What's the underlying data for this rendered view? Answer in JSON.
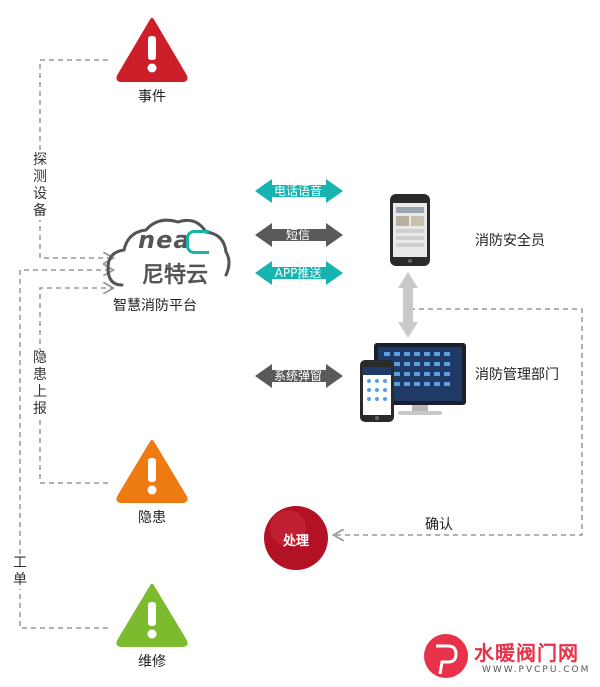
{
  "colors": {
    "event": "#cc1f2a",
    "hazard": "#ee7a12",
    "repair": "#7cbb2e",
    "teal": "#16b3b0",
    "gray_arrow": "#5a5a5a",
    "dashed": "#999999",
    "resolve": "#b31124",
    "logo_gray": "#555555",
    "logo_accent": "#1bb3a5"
  },
  "nodes": {
    "event": {
      "label": "事件",
      "icon": "warning-triangle-icon"
    },
    "hazard": {
      "label": "隐患",
      "icon": "warning-triangle-icon"
    },
    "repair": {
      "label": "维修",
      "icon": "warning-triangle-icon"
    },
    "platform": {
      "logo_en": "nea",
      "logo_cn": "尼特云",
      "label": "智慧消防平台"
    },
    "officer": {
      "label": "消防安全员",
      "icon": "smartphone-icon"
    },
    "department": {
      "label": "消防管理部门",
      "icon": "computer-monitor-icon"
    },
    "resolve": {
      "label": "处理"
    }
  },
  "channels": {
    "voice_call": "电话语音",
    "sms": "短信",
    "app_push": "APP推送",
    "system_popup": "系统弹窗"
  },
  "edges": {
    "detect_device": "探测设备",
    "hazard_report": "隐患上报",
    "work_order": "工单",
    "confirm": "确认"
  },
  "watermark": {
    "brand": "水暖阀门网",
    "url": "WWW.PVCPU.COM",
    "logo_letters": "PV"
  }
}
